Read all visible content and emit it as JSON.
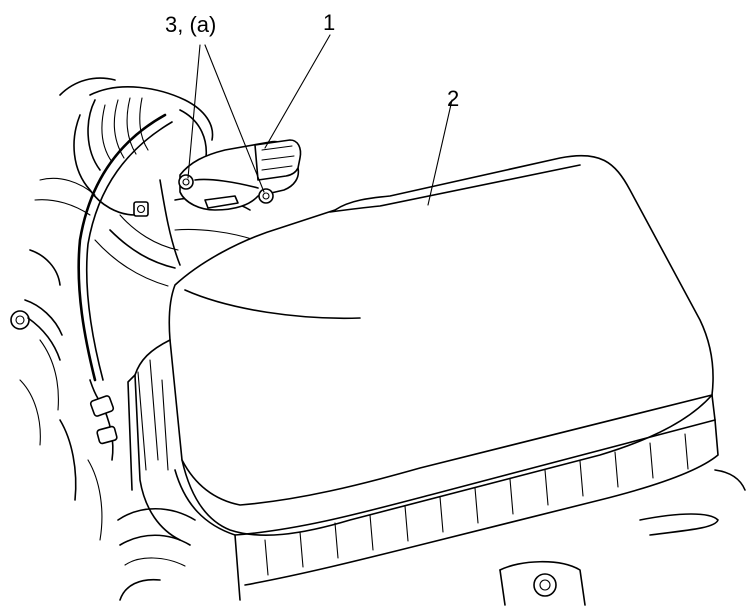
{
  "callouts": {
    "sensor": "1",
    "air_cleaner_case": "2",
    "screws": "3, (a)"
  }
}
